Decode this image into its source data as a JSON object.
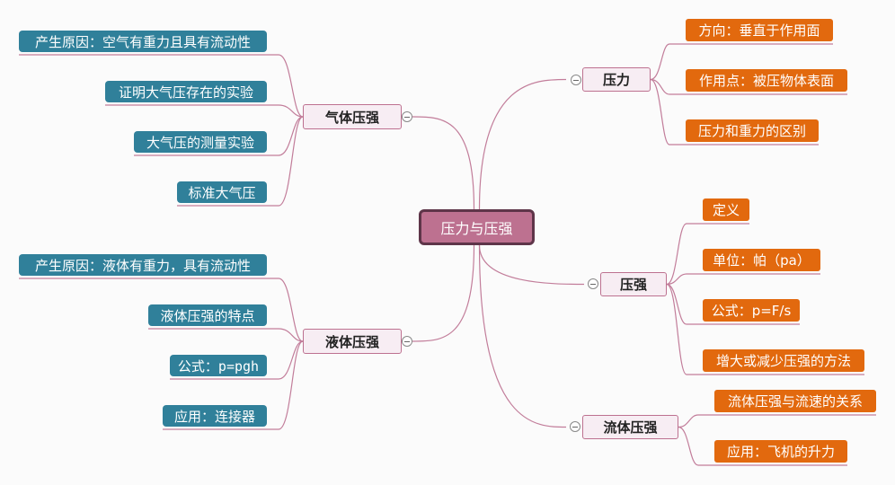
{
  "center": "压力与压强",
  "branches": {
    "gas": {
      "label": "气体压强",
      "children": [
        "产生原因：空气有重力且具有流动性",
        "证明大气压存在的实验",
        "大气压的测量实验",
        "标准大气压"
      ]
    },
    "liquid": {
      "label": "液体压强",
      "children": [
        "产生原因：液体有重力，具有流动性",
        "液体压强的特点",
        "公式：p=pgh",
        "应用：连接器"
      ]
    },
    "force": {
      "label": "压力",
      "children": [
        "方向：垂直于作用面",
        "作用点：被压物体表面",
        "压力和重力的区别"
      ]
    },
    "pressure": {
      "label": "压强",
      "children": [
        "定义",
        "单位：帕（pa）",
        "公式：p=F/s",
        "增大或减少压强的方法"
      ]
    },
    "fluid": {
      "label": "流体压强",
      "children": [
        "流体压强与流速的关系",
        "应用：飞机的升力"
      ]
    }
  },
  "colors": {
    "line": "#c27d9a",
    "teal": "#30809a",
    "orange": "#e2690e",
    "center": "#bd7190"
  }
}
